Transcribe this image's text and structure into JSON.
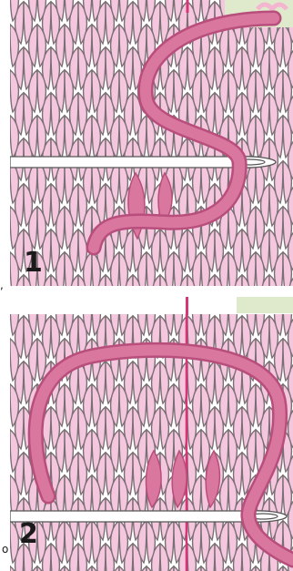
{
  "figure": {
    "steps": [
      {
        "number": "1"
      },
      {
        "number": "2"
      }
    ],
    "edge_marks": [
      ",",
      "o"
    ]
  },
  "colors": {
    "knit_fill": "#f5c7de",
    "knit_outline": "#7a6f74",
    "yarn": "#d9779f",
    "yarn_dark": "#b84e7c",
    "needle": "#ffffff",
    "guide_line": "#d63677",
    "corner_tint": "#dfeacd"
  },
  "icons": [
    "knit-stitch-grid",
    "tapestry-needle",
    "yarn-strand",
    "duplicate-stitch"
  ]
}
